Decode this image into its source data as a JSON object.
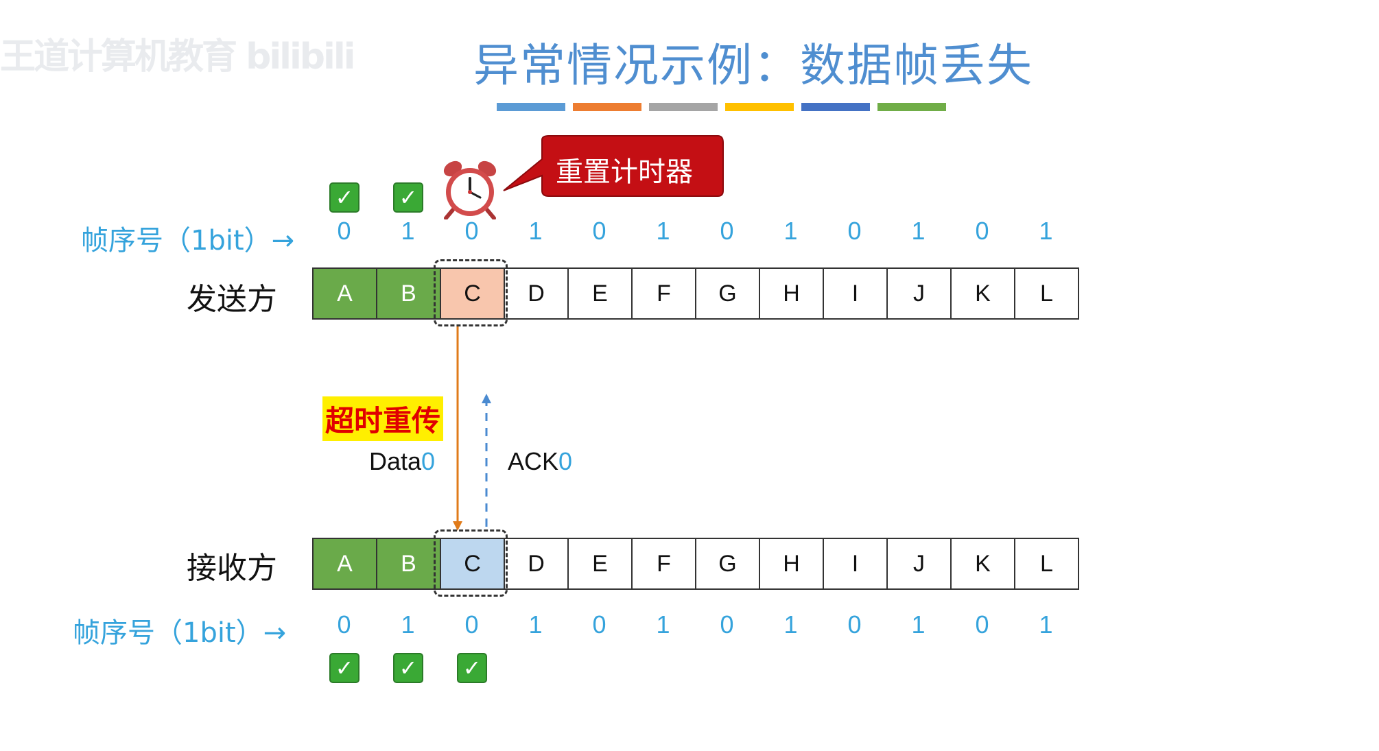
{
  "watermark": "王道计算机教育 bilibili",
  "title": "异常情况示例：数据帧丢失",
  "color_bars": [
    "#5b9bd5",
    "#ed7d31",
    "#a5a5a5",
    "#ffc000",
    "#4472c4",
    "#70ad47"
  ],
  "callout": {
    "text": "重置计时器",
    "bg": "#c40f14"
  },
  "sender": {
    "label": "发送方",
    "seq_label": "帧序号（1bit）→",
    "frames": [
      "A",
      "B",
      "C",
      "D",
      "E",
      "F",
      "G",
      "H",
      "I",
      "J",
      "K",
      "L"
    ],
    "seq": [
      "0",
      "1",
      "0",
      "1",
      "0",
      "1",
      "0",
      "1",
      "0",
      "1",
      "0",
      "1"
    ],
    "acked_count": 2,
    "current_index": 2
  },
  "receiver": {
    "label": "接收方",
    "seq_label": "帧序号（1bit）→",
    "frames": [
      "A",
      "B",
      "C",
      "D",
      "E",
      "F",
      "G",
      "H",
      "I",
      "J",
      "K",
      "L"
    ],
    "seq": [
      "0",
      "1",
      "0",
      "1",
      "0",
      "1",
      "0",
      "1",
      "0",
      "1",
      "0",
      "1"
    ],
    "acked_count": 2,
    "current_index": 2,
    "checked_count": 3
  },
  "messages": {
    "retransmit": "超时重传",
    "data_label": "Data",
    "data_num": "0",
    "ack_label": "ACK",
    "ack_num": "0"
  },
  "colors": {
    "ack_cell": "#6aaa4a",
    "sender_current": "#f8c6ad",
    "receiver_current": "#bdd7ef",
    "data_arrow": "#e07b1a",
    "ack_arrow": "#4a8ad0",
    "seq_text": "#35a3dc"
  },
  "icons": {
    "timer": "alarm-clock-icon",
    "check": "checkmark-icon"
  }
}
